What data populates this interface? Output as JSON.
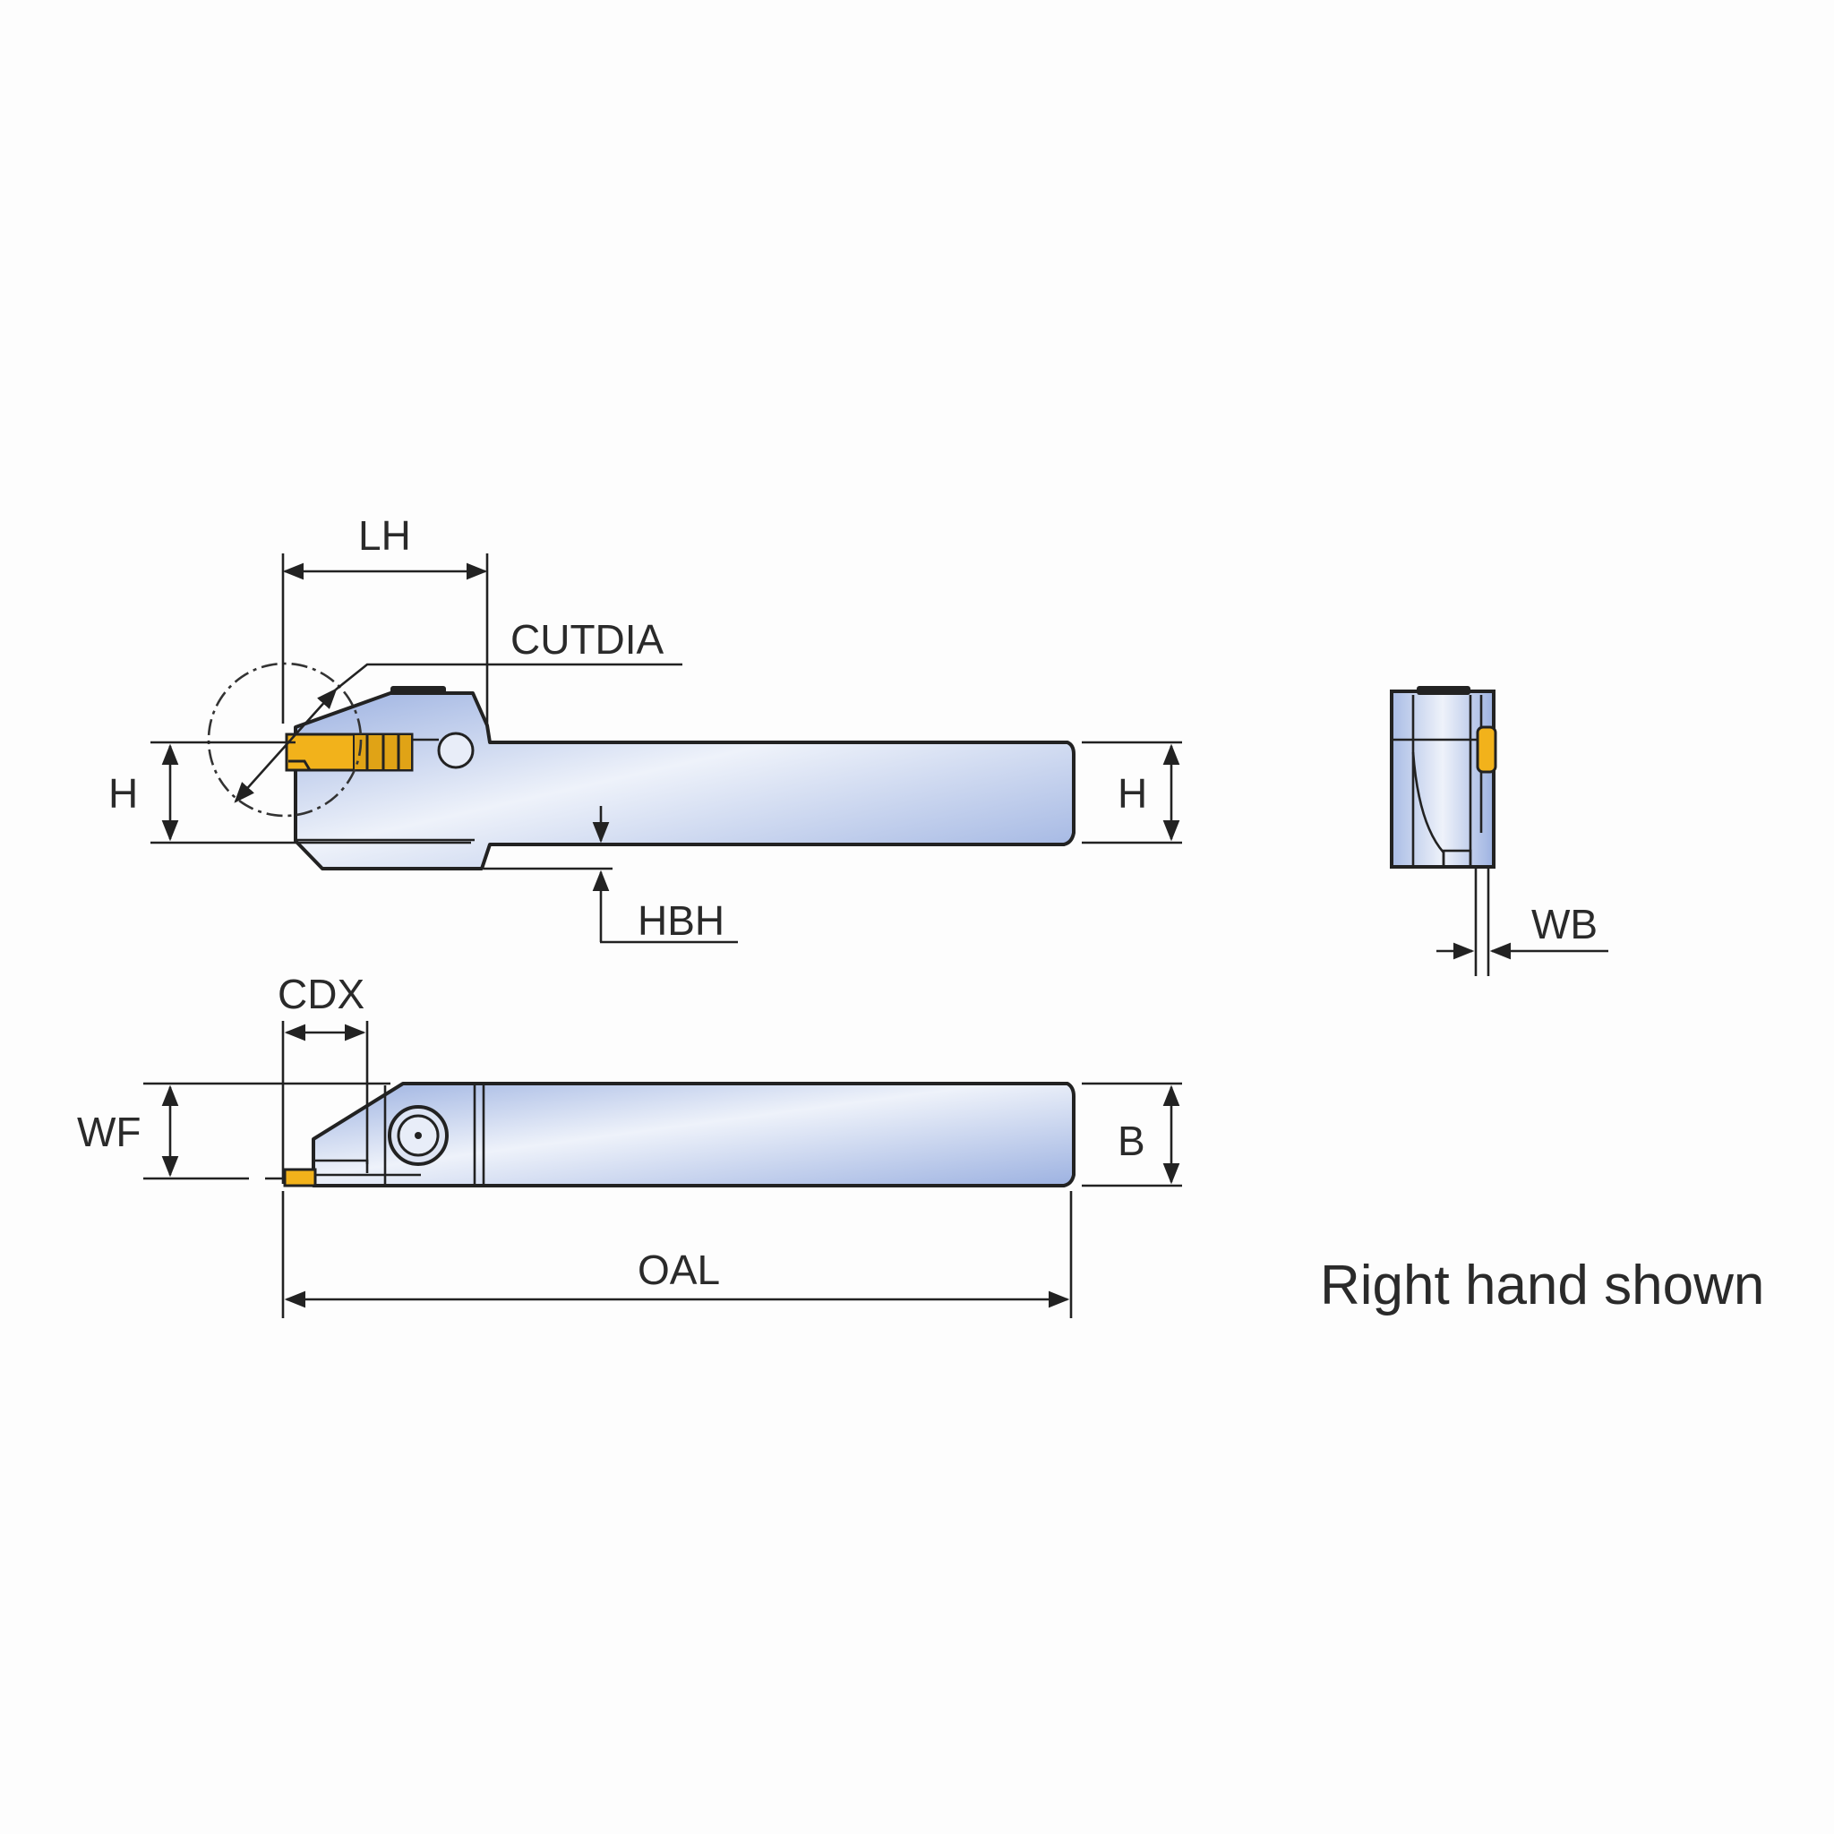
{
  "labels": {
    "lh": "LH",
    "cutdia": "CUTDIA",
    "h_left": "H",
    "h_right": "H",
    "hbh": "HBH",
    "wb": "WB",
    "cdx": "CDX",
    "wf": "WF",
    "b": "B",
    "oal": "OAL"
  },
  "caption": "Right hand shown",
  "colors": {
    "body_light": "#e8edf8",
    "body_mid": "#c3d0ec",
    "body_dark": "#9db2e1",
    "insert": "#f2b21b",
    "insert_dark": "#8a6a10",
    "line": "#222222"
  }
}
